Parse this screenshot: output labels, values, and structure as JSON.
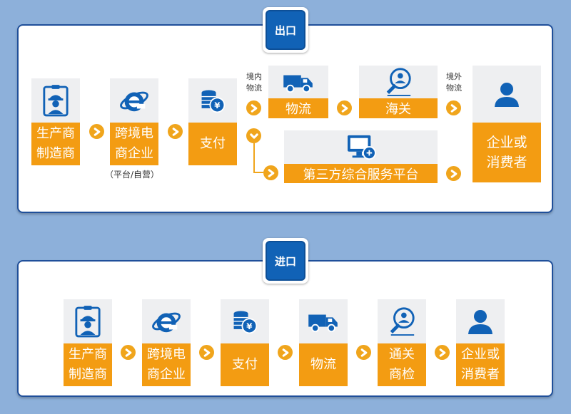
{
  "export": {
    "title": "出口",
    "nodes": {
      "manufacturer": "生产商\n制造商",
      "ecommerce": "跨境电\n商企业",
      "payment": "支付",
      "logistics": "物流",
      "customs": "海关",
      "platform": "第三方综合服务平台",
      "consumer": "企业或\n消费者"
    },
    "ecommerce_note": "（平台/自营）",
    "domestic_logistics": "境内\n物流",
    "overseas_logistics": "境外\n物流"
  },
  "import": {
    "title": "进口",
    "nodes": {
      "manufacturer": "生产商\n制造商",
      "ecommerce": "跨境电\n商企业",
      "payment": "支付",
      "logistics": "物流",
      "inspection": "通关\n商检",
      "consumer": "企业或\n消费者"
    }
  },
  "colors": {
    "node_orange": "#f39c12",
    "arrow_orange": "#f0a51c",
    "icon_blue": "#1162b6",
    "badge_blue": "#1162b6",
    "background": "#8db0da"
  }
}
